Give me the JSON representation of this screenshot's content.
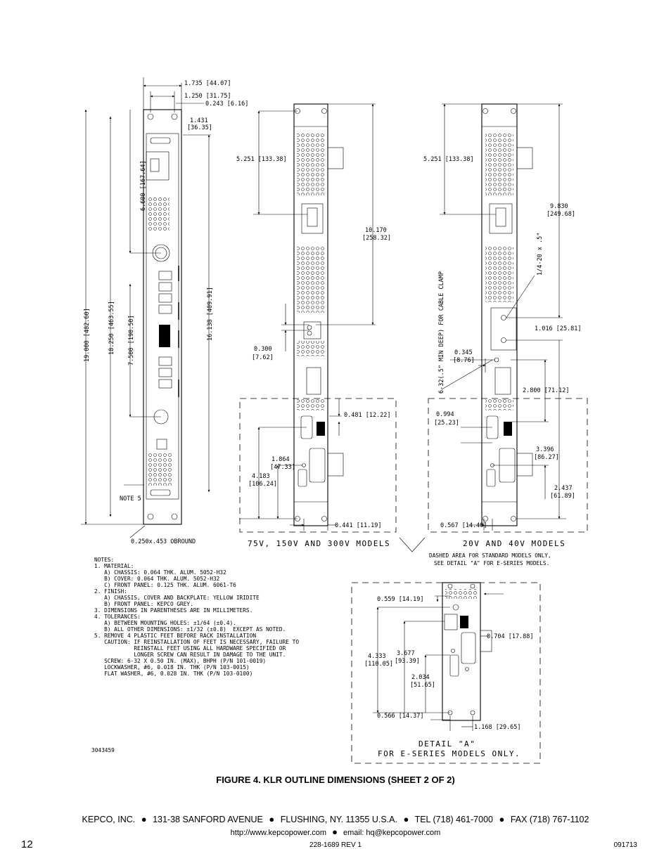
{
  "dims": {
    "d1": "1.735 [44.07]",
    "d2": "1.250 [31.75]",
    "d3": "0.243 [6.16]",
    "d4a": "1.431",
    "d4b": "[36.35]",
    "d5": "6.600 [167.64]",
    "d6": "19.000 [482.60]",
    "d7": "18.250 [463.55]",
    "d8": "7.500 [190.50]",
    "d9": "16.138 [409.91]",
    "d10": "0.250x.453 OBROUND",
    "note5": "NOTE 5",
    "m1": "5.251 [133.38]",
    "m2a": "10.170",
    "m2b": "[258.32]",
    "m3a": "0.300",
    "m3b": "[7.62]",
    "m4": "0.481 [12.22]",
    "m5a": "1.864",
    "m5b": "[47.33]",
    "m6a": "4.183",
    "m6b": "[106.24]",
    "m7": "0.441 [11.19]",
    "r1": "5.251 [133.38]",
    "r2a": "9.830",
    "r2b": "[249.68]",
    "r3": "1/4-20 x .5\"",
    "r4": "6-32(.5\" MIN DEEP) FOR CABLE CLAMP",
    "r5": "1.016 [25.81]",
    "r6a": "0.345",
    "r6b": "[8.76]",
    "r7": "2.800 [71.12]",
    "r8a": "0.994",
    "r8b": "[25.23]",
    "r9a": "3.396",
    "r9b": "[86.27]",
    "r10a": "2.437",
    "r10b": "[61.89]",
    "r11": "0.567 [14.40]",
    "e1": "0.559 [14.19]",
    "e2": "0.704 [17.88]",
    "e3a": "4.333",
    "e3b": "[110.05]",
    "e4a": "3.677",
    "e4b": "[93.39]",
    "e5a": "2.034",
    "e5b": "[51.65]",
    "e6": "0.566 [14.37]",
    "e7": "1.168 [29.65]"
  },
  "model_labels": {
    "left": "75V, 150V AND 300V MODELS",
    "right": "20V AND 40V MODELS",
    "dashed_note_1": "DASHED AREA FOR STANDARD MODELS ONLY,",
    "dashed_note_2": "SEE DETAIL \"A\" FOR E-SERIES MODELS.",
    "detail_1": "DETAIL \"A\"",
    "detail_2": "FOR E-SERIES MODELS ONLY."
  },
  "notes": [
    "NOTES:",
    "1. MATERIAL:",
    "   A) CHASSIS: 0.064 THK. ALUM. 5052-H32",
    "   B) COVER: 0.064 THK. ALUM. 5052-H32",
    "   C) FRONT PANEL: 0.125 THK. ALUM. 6061-T6",
    "2. FINISH:",
    "   A) CHASSIS, COVER AND BACKPLATE: YELLOW IRIDITE",
    "   B) FRONT PANEL: KEPCO GREY.",
    "3. DIMENSIONS IN PARENTHESES ARE IN MILLIMETERS.",
    "4. TOLERANCES:",
    "   A) BETWEEN MOUNTING HOLES: ±1/64 (±0.4).",
    "   B) ALL OTHER DIMENSIONS: ±1/32 (±0.8)  EXCEPT AS NOTED.",
    "5. REMOVE 4 PLASTIC FEET BEFORE RACK INSTALLATION",
    "   CAUTION: IF REINSTALLATION OF FEET IS NECESSARY, FAILURE TO",
    "            REINSTALL FEET USING ALL HARDWARE SPECIFIED OR",
    "            LONGER SCREW CAN RESULT IN DAMAGE TO THE UNIT.",
    "   SCREW: 6-32 X 0.50 IN. (MAX), BHPH (P/N 101-0019)",
    "   LOCKWASHER, #6, 0.018 IN. THK (P/N 103-0015)",
    "   FLAT WASHER, #6, 0.028 IN. THK (P/N 103-0100)"
  ],
  "drawing_number": "3043459",
  "figure_caption": "FIGURE 4.  KLR OUTLINE DIMENSIONS (SHEET 2 OF 2)",
  "footer": {
    "company": "KEPCO, INC.",
    "address": "131-38 SANFORD AVENUE",
    "city": "FLUSHING, NY. 11355 U.S.A.",
    "tel": "TEL (718) 461-7000",
    "fax": "FAX (718) 767-1102",
    "bullet": "●",
    "web": "http://www.kepcopower.com",
    "email": "email: hq@kepcopower.com",
    "page_number": "12",
    "doc_number": "228-1689 REV 1",
    "date_code": "091713"
  }
}
